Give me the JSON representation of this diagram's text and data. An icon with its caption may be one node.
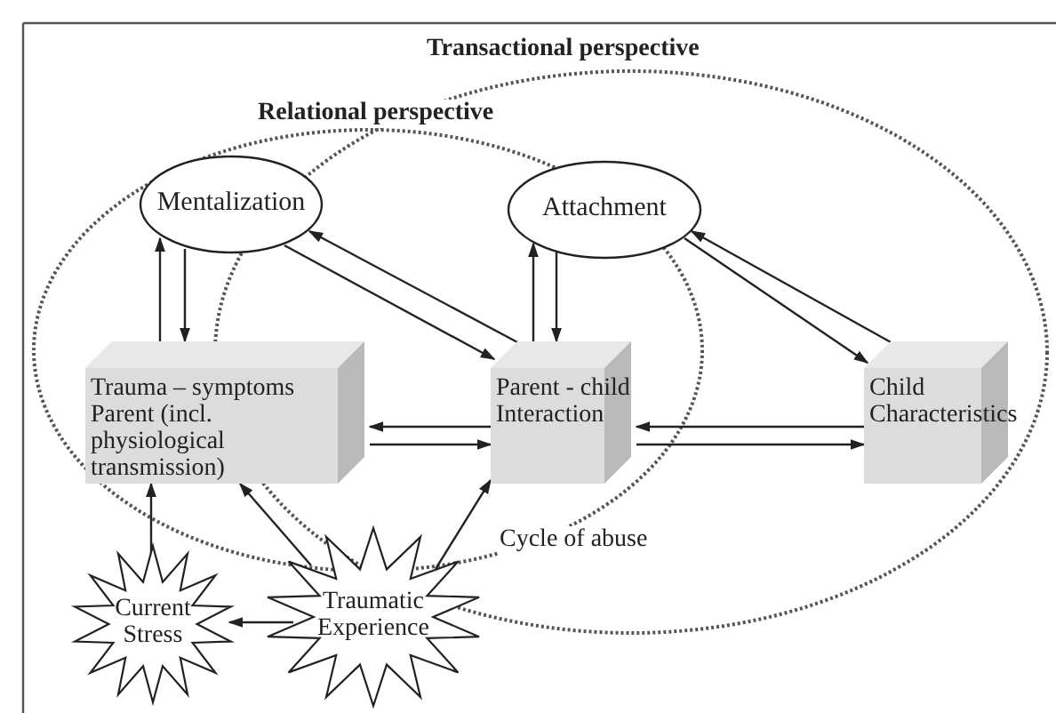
{
  "diagram": {
    "nodes": [
      {
        "text": [
          "Mentalization"
        ]
      },
      {
        "text": [
          "Attachment"
        ]
      },
      {
        "text": [
          "Trauma – symptoms Parent (incl. physiological transmission)"
        ]
      },
      {
        "text": [
          "Parent - child Interaction"
        ]
      },
      {
        "text": [
          "Child Characteristics"
        ]
      },
      {
        "text": [
          "Current Stress"
        ]
      },
      {
        "text": [
          "Traumatic Experience"
        ]
      }
    ],
    "edges": [
      {
        "from": 2,
        "to": 0,
        "arrow": "to"
      },
      {
        "from": 0,
        "to": 2,
        "arrow": "to"
      },
      {
        "from": 0,
        "to": 3,
        "arrow": "to"
      },
      {
        "from": 3,
        "to": 0,
        "arrow": "to"
      },
      {
        "from": 3,
        "to": 1,
        "arrow": "to"
      },
      {
        "from": 1,
        "to": 3,
        "arrow": "to"
      },
      {
        "from": 1,
        "to": 4,
        "arrow": "to"
      },
      {
        "from": 4,
        "to": 1,
        "arrow": "to"
      },
      {
        "from": 2,
        "to": 3,
        "arrow": "to"
      },
      {
        "from": 3,
        "to": 2,
        "arrow": "to"
      },
      {
        "from": 3,
        "to": 4,
        "arrow": "to"
      },
      {
        "from": 4,
        "to": 3,
        "arrow": "to"
      },
      {
        "from": 5,
        "to": 2,
        "arrow": "to"
      },
      {
        "from": 6,
        "to": 2,
        "arrow": "to"
      },
      {
        "from": 6,
        "to": 5,
        "arrow": "to"
      },
      {
        "from": 6,
        "to": 3,
        "label": "Cycle of abuse",
        "arrow": "to"
      }
    ],
    "labels": [
      "Transactional perspective",
      "Relational perspective"
    ]
  }
}
